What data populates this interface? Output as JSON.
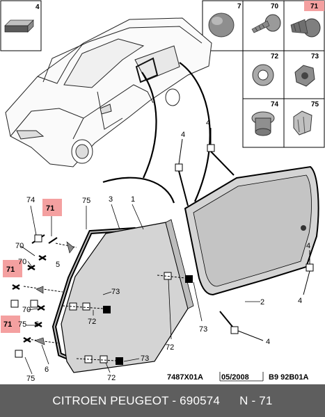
{
  "callouts": {
    "n7": "7",
    "n70": "70",
    "n71": "71",
    "n72": "72",
    "n74": "74",
    "n75": "75",
    "n4": "4",
    "n1": "1",
    "n2": "2",
    "n3": "3",
    "n5": "5",
    "n6": "6",
    "n73": "73"
  },
  "colors": {
    "highlight": "#f4a0a0",
    "footer_bg": "#5e5e5e"
  },
  "code_row": {
    "ref": "7487X01A",
    "date": "05/2008",
    "variant": "B9 92B01A"
  },
  "footer": {
    "label": "CITROEN PEUGEOT - 690574",
    "code": "N - 71"
  }
}
